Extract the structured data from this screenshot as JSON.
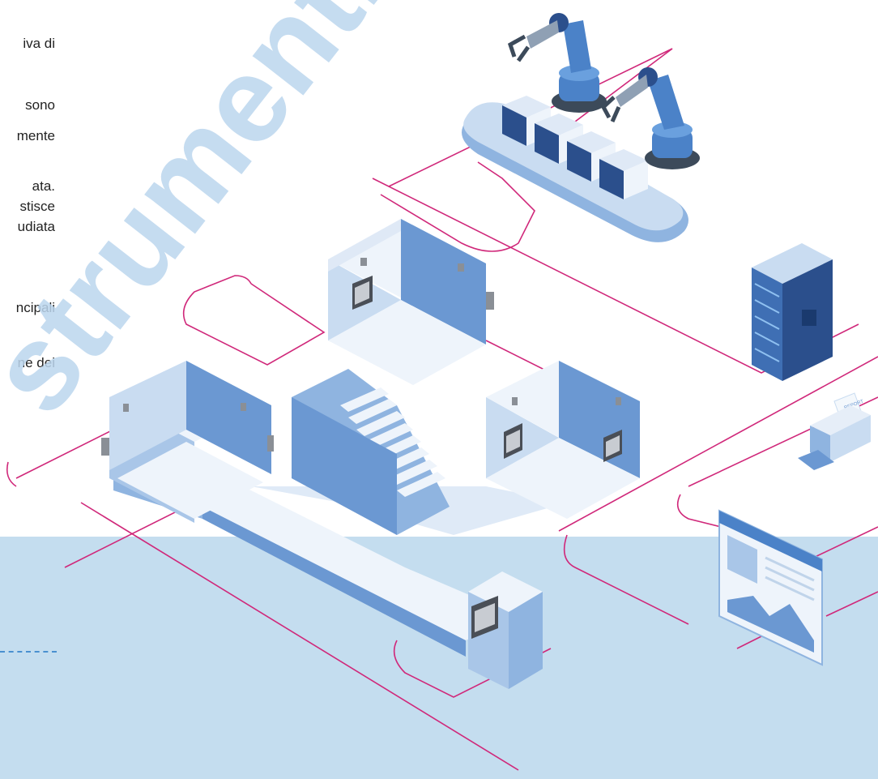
{
  "text_fragments": [
    "iva  di",
    "sono",
    "mente",
    "ata.",
    "stisce",
    "udiata",
    "ncipali",
    "ne dei"
  ],
  "watermark": "strumenti",
  "report_label": "REPORT",
  "colors": {
    "background": "#ffffff",
    "lower_band": "#c4ddef",
    "line": "#d0287a",
    "wall_light": "#c9dcf1",
    "wall_mid": "#8fb4e0",
    "wall_dark": "#6b98d2",
    "navy": "#2b4f8c",
    "dashed": "#4a90d0"
  },
  "icons": [
    "robot-arm-icon",
    "conveyor-belt-icon",
    "server-rack-icon",
    "printer-icon",
    "dashboard-icon",
    "sensor-icon",
    "control-panel-icon"
  ]
}
